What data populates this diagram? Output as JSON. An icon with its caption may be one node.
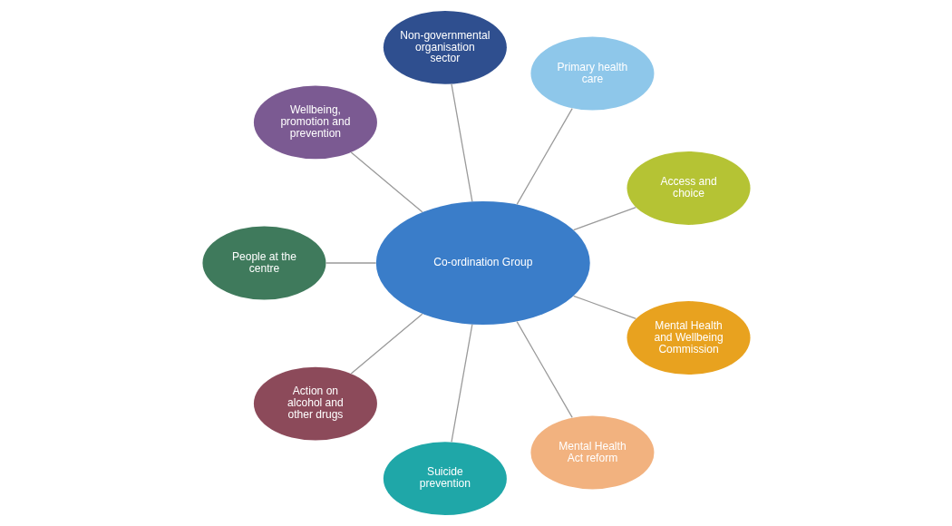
{
  "diagram": {
    "nodes": [
      {
        "text": [
          "Co-ordination Group"
        ]
      },
      {
        "text": [
          "Access and choice"
        ]
      },
      {
        "text": [
          "Primary health care"
        ]
      },
      {
        "text": [
          "Non-governmental organisation sector"
        ]
      },
      {
        "text": [
          "Wellbeing, promotion and prevention"
        ]
      },
      {
        "text": [
          "People at the centre"
        ]
      },
      {
        "text": [
          "Action on alcohol and other drugs"
        ]
      },
      {
        "text": [
          "Suicide prevention"
        ]
      },
      {
        "text": [
          "Mental Health Act reform"
        ]
      },
      {
        "text": [
          "Mental Health and Wellbeing Commission"
        ]
      }
    ],
    "edges": [
      {
        "from": 0,
        "to": 1,
        "arrow": "none"
      },
      {
        "from": 0,
        "to": 2,
        "arrow": "none"
      },
      {
        "from": 0,
        "to": 3,
        "arrow": "none"
      },
      {
        "from": 0,
        "to": 4,
        "arrow": "none"
      },
      {
        "from": 0,
        "to": 5,
        "arrow": "none"
      },
      {
        "from": 0,
        "to": 6,
        "arrow": "none"
      },
      {
        "from": 0,
        "to": 7,
        "arrow": "none"
      },
      {
        "from": 0,
        "to": 8,
        "arrow": "none"
      },
      {
        "from": 0,
        "to": 9,
        "arrow": "none"
      }
    ]
  }
}
